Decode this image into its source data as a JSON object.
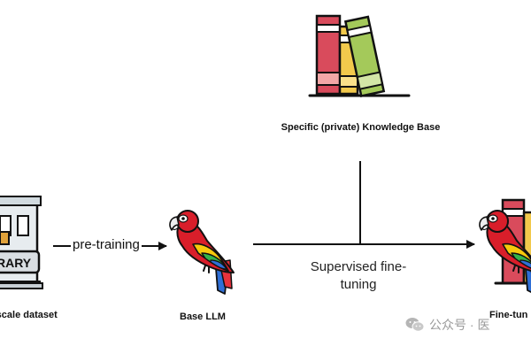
{
  "diagram": {
    "knowledge_base_label": "Specific (private) Knowledge Base",
    "dataset_label": "-scale dataset",
    "dataset_sign_text": "RARY",
    "base_llm_label": "Base LLM",
    "finetuned_label": "Fine-tun",
    "pretraining_label": "pre-training",
    "supervised_label": "Supervised fine-tuning"
  },
  "watermark": {
    "text": "公众号 · 医",
    "icon": "wechat-icon"
  },
  "colors": {
    "book_red": "#d94b5c",
    "book_yellow": "#f2c94c",
    "book_green": "#a4c95a",
    "parrot_red": "#d91e2a",
    "parrot_yellow": "#f7c90c",
    "parrot_green": "#35b34a",
    "parrot_blue": "#2f6fd6",
    "line": "#111111",
    "watermark": "#9a9a9a"
  }
}
